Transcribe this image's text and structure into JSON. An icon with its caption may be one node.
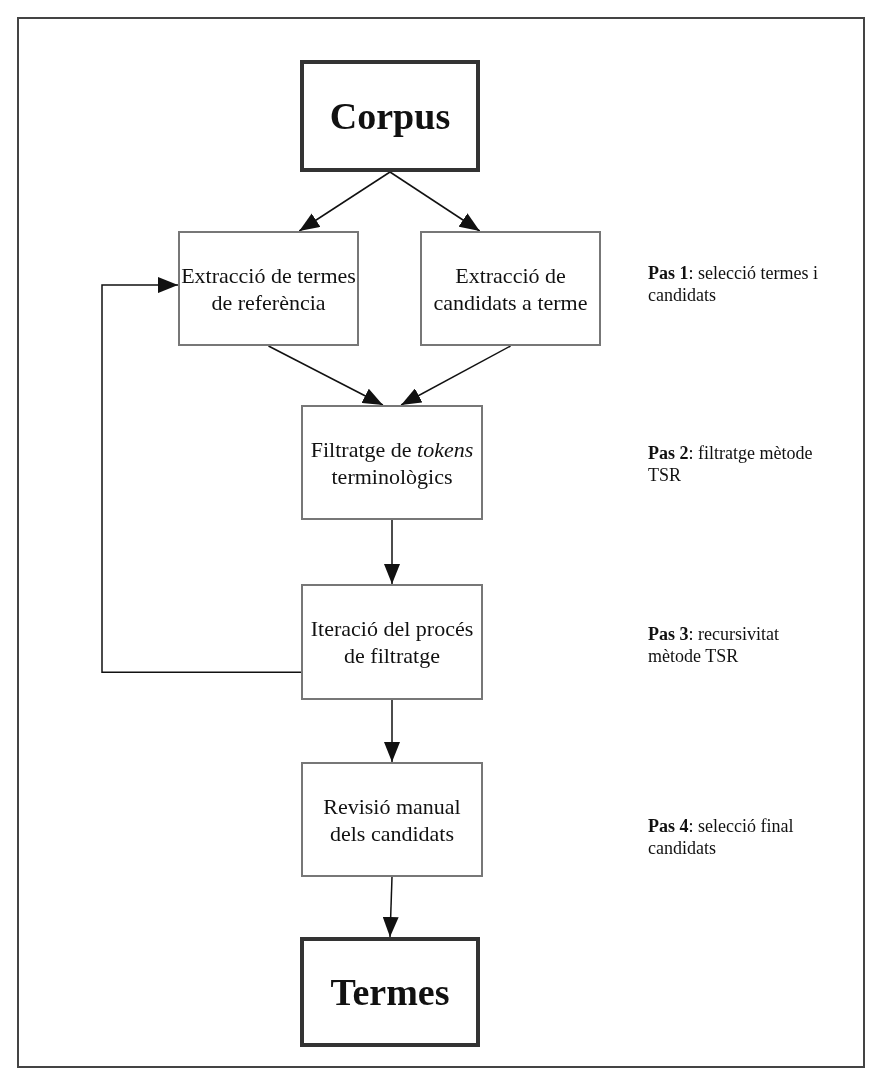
{
  "diagram": {
    "nodes": [
      {
        "text": [
          "Corpus"
        ]
      },
      {
        "text": [
          "Extracció de termes de referència"
        ]
      },
      {
        "text": [
          "Extracció de candidats a terme"
        ]
      },
      {
        "text": [
          "Filtratge de *tokens* terminològics"
        ]
      },
      {
        "text": [
          "Iteració del procés de filtratge"
        ]
      },
      {
        "text": [
          "Revisió manual dels candidats"
        ]
      },
      {
        "text": [
          "Termes"
        ]
      }
    ],
    "edges": [
      {
        "from": 0,
        "to": 1,
        "arrow": "to"
      },
      {
        "from": 0,
        "to": 2,
        "arrow": "to"
      },
      {
        "from": 1,
        "to": 3,
        "arrow": "to"
      },
      {
        "from": 2,
        "to": 3,
        "arrow": "to"
      },
      {
        "from": 3,
        "to": 4,
        "arrow": "to"
      },
      {
        "from": 4,
        "to": 1,
        "arrow": "to"
      },
      {
        "from": 4,
        "to": 5,
        "arrow": "to"
      },
      {
        "from": 5,
        "to": 6,
        "arrow": "to"
      }
    ],
    "labels": [
      "**Pas 1**: selecció termes i candidats",
      "**Pas 2**: filtratge mètode TSR",
      "**Pas 3**: recursivitat mètode TSR",
      "**Pas 4**: selecció final candidats"
    ]
  }
}
